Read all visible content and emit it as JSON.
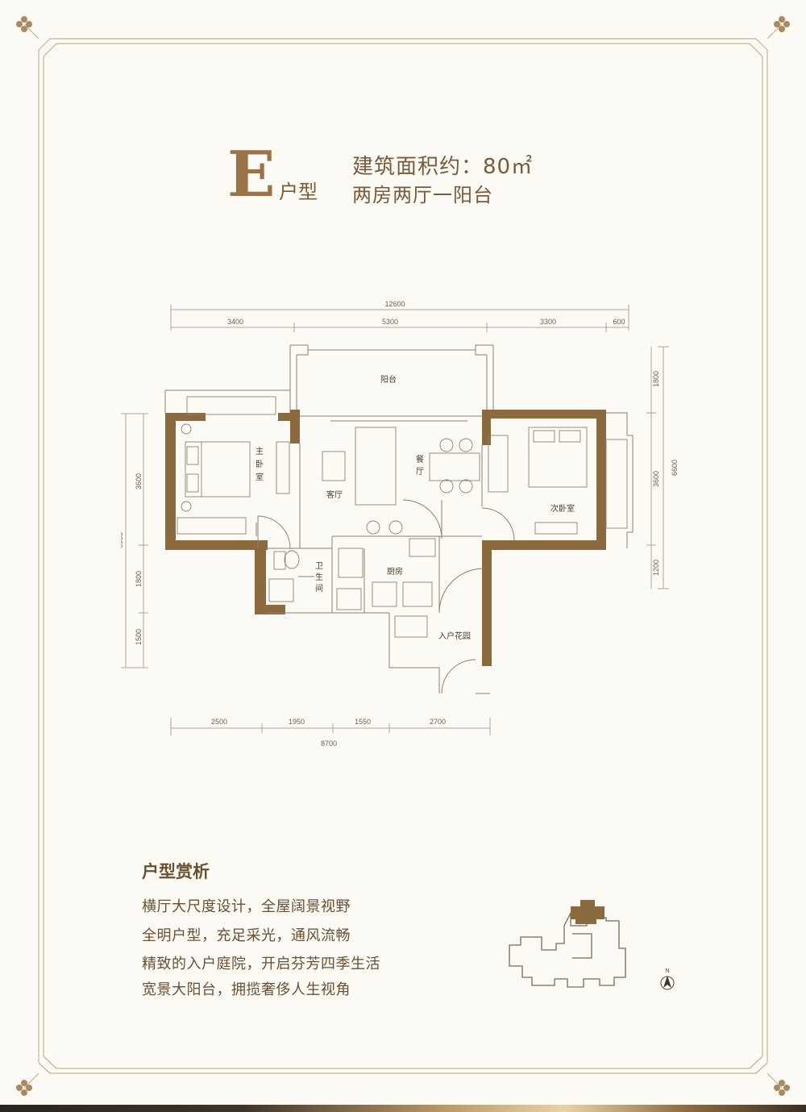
{
  "title": {
    "letter": "E",
    "suffix": "户型",
    "area": "建筑面积约：80",
    "area_unit": "㎡",
    "subtitle": "两房两厅一阳台"
  },
  "dimensions": {
    "top_total": "12600",
    "top_segments": [
      "3400",
      "5300",
      "3300",
      "600"
    ],
    "bottom_total": "8700",
    "bottom_segments": [
      "2500",
      "1950",
      "1550",
      "2700"
    ],
    "left_total": "6900",
    "left_segments": [
      "3600",
      "1800",
      "1500"
    ],
    "right_total": "6600",
    "right_segments": [
      "1800",
      "3600",
      "1200"
    ]
  },
  "rooms": {
    "balcony": "阳台",
    "master_bedroom": [
      "主",
      "卧",
      "室"
    ],
    "living_room": "客厅",
    "dining_room": [
      "餐",
      "厅"
    ],
    "second_bedroom": "次卧室",
    "bathroom": [
      "卫",
      "生",
      "间"
    ],
    "kitchen": "厨房",
    "entry_garden": "入户花园"
  },
  "analysis": {
    "title": "户型赏析",
    "lines": [
      "横厅大尺度设计，全屋阔景视野",
      "全明户型，充足采光，通风流畅",
      "精致的入户庭院，开启芬芳四季生活",
      "宽景大阳台，拥揽奢侈人生视角"
    ]
  },
  "keyplan": {
    "north_label": "N"
  },
  "colors": {
    "wall": "#8b6a3e",
    "frame": "#c8b89a",
    "accent": "#9a7446"
  }
}
